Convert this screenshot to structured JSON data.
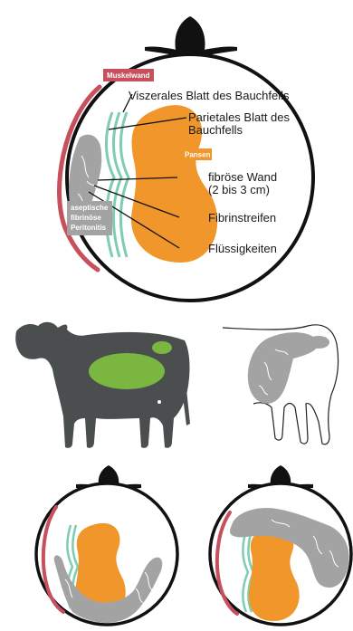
{
  "labels": {
    "muscle_wall": "Muskelwand",
    "visceral_layer": "Viszerales Blatt des Bauchfells",
    "parietal_layer_line1": "Parietales Blatt des",
    "parietal_layer_line2": "Bauchfells",
    "rumen": "Pansen",
    "fibrous_wall_line1": "fibröse Wand",
    "fibrous_wall_line2": "(2 bis 3 cm)",
    "fibrin_strands": "Fibrinstreifen",
    "fluids": "Flüssigkeiten",
    "peritonitis_line1": "aseptische",
    "peritonitis_line2": "fibrinöse",
    "peritonitis_line3": "Peritonitis"
  },
  "colors": {
    "rumen": "#f0962b",
    "muscle": "#c8505c",
    "peritoneum": "#7ecdb3",
    "abscess": "#a3a3a3",
    "cow_body": "#4b4e4f",
    "cow_patch": "#7ab640",
    "outline": "#222222"
  }
}
